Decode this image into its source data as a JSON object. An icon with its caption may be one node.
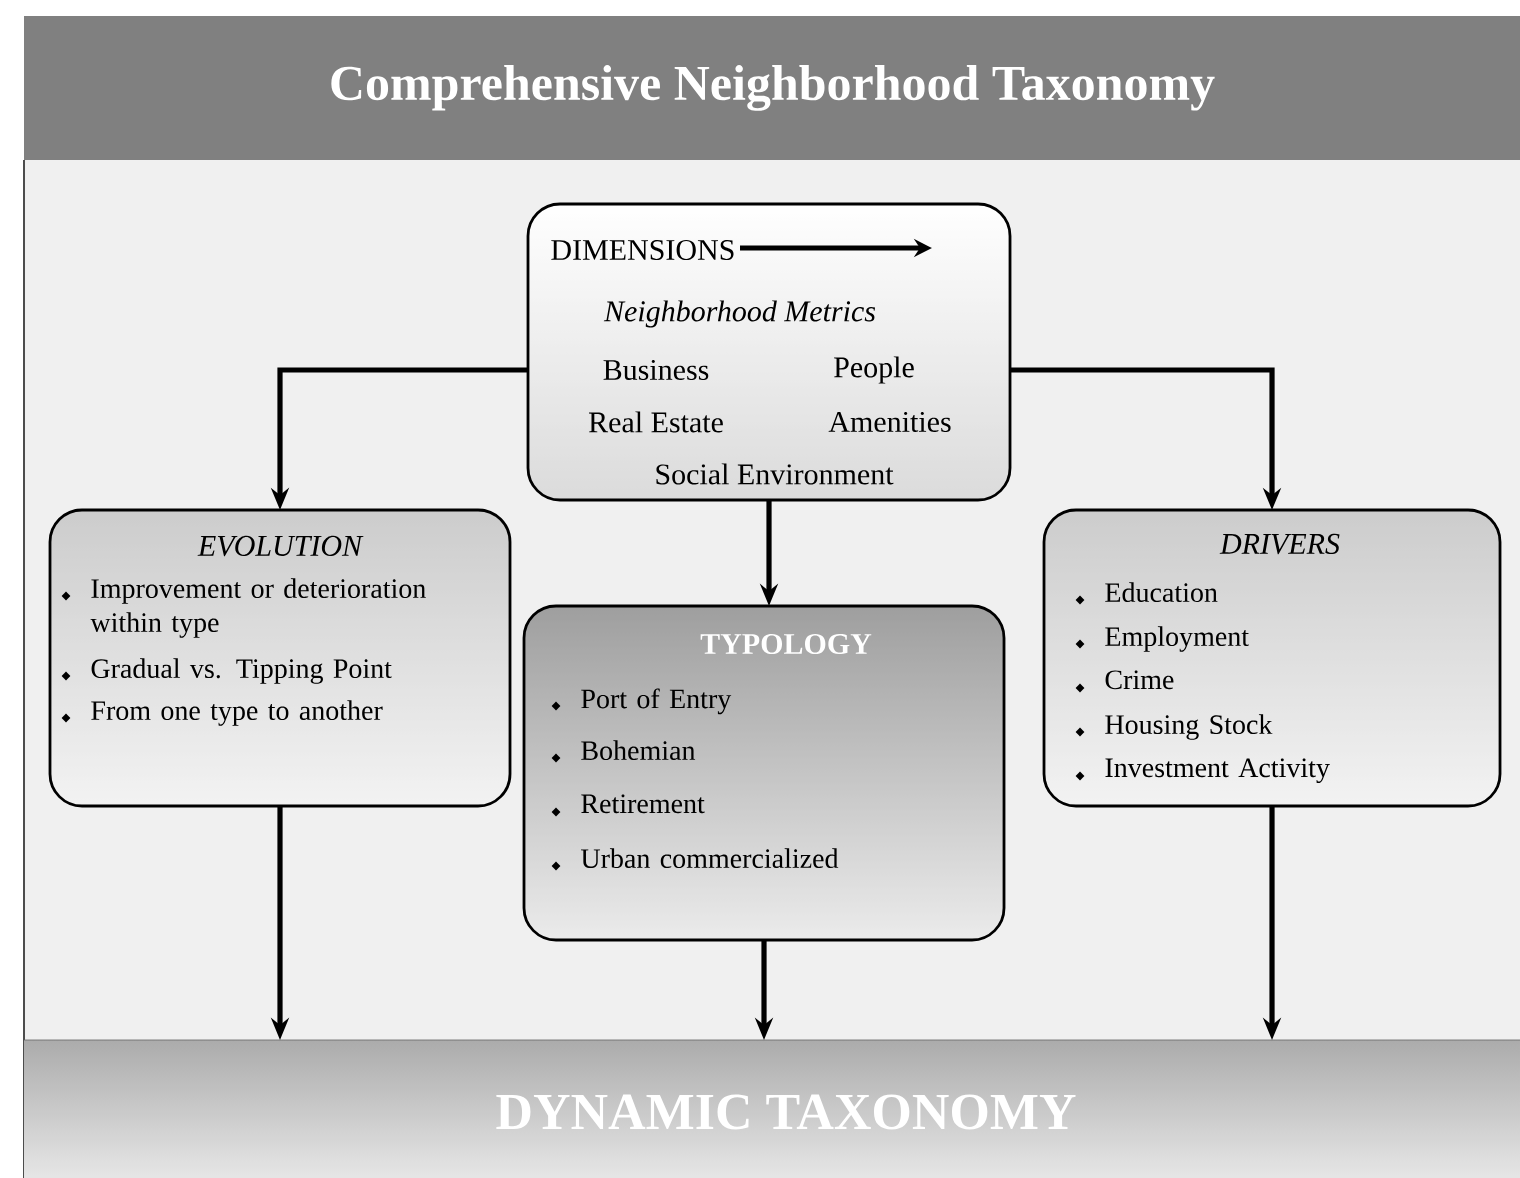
{
  "diagram": {
    "title": "Comprehensive Neighborhood Taxonomy",
    "nodes": [
      {
        "text": [
          "DIMENSIONS",
          "Neighborhood Metrics",
          "Business",
          "People",
          "Real Estate",
          "Amenities",
          "Social Environment"
        ]
      },
      {
        "text": [
          "EVOLUTION",
          "Improvement or deterioration within type",
          "Gradual vs. Tipping Point",
          "From one type to another"
        ]
      },
      {
        "text": [
          "TYPOLOGY",
          "Port of Entry",
          "Bohemian",
          "Retirement",
          "Urban commercialized"
        ]
      },
      {
        "text": [
          "DRIVERS",
          "Education",
          "Employment",
          "Crime",
          "Housing Stock",
          "Investment Activity"
        ]
      },
      {
        "text": [
          "DYNAMIC TAXONOMY"
        ]
      }
    ],
    "edges": [
      {
        "from": 0,
        "to": 1,
        "arrow": "to"
      },
      {
        "from": 0,
        "to": 2,
        "arrow": "to"
      },
      {
        "from": 0,
        "to": 3,
        "arrow": "to"
      },
      {
        "from": 1,
        "to": 4,
        "arrow": "to"
      },
      {
        "from": 2,
        "to": 4,
        "arrow": "to"
      },
      {
        "from": 3,
        "to": 4,
        "arrow": "to"
      }
    ]
  }
}
